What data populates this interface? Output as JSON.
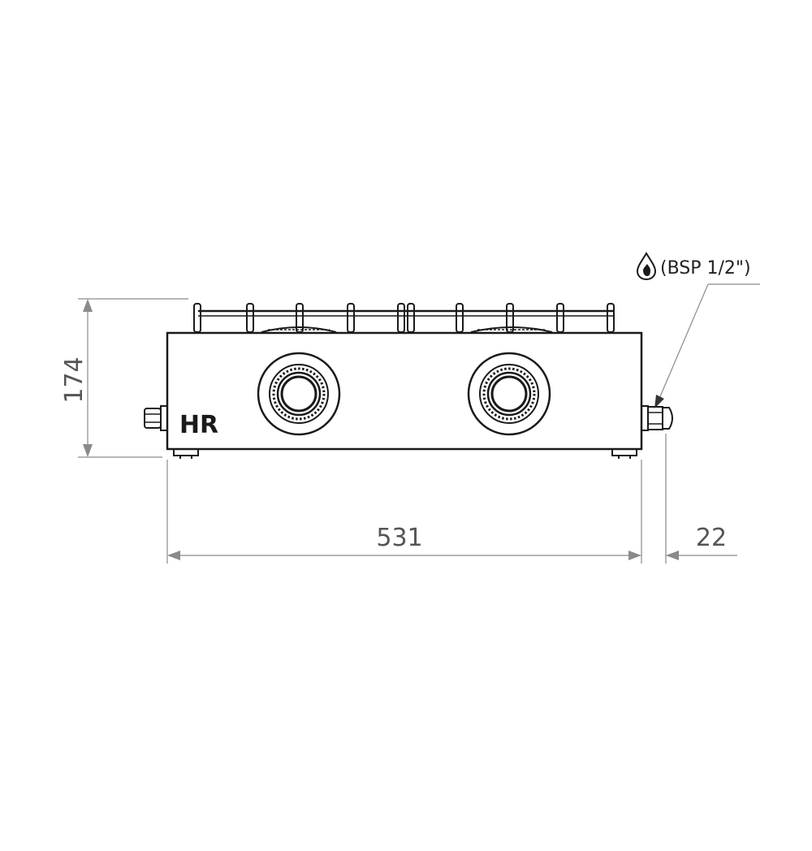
{
  "dimensions": {
    "height": "174",
    "width": "531",
    "connector_depth": "22"
  },
  "gas_connection": {
    "label": "(BSP 1/2\")",
    "icon": "gas-drop-icon"
  },
  "logo_text": "HR"
}
